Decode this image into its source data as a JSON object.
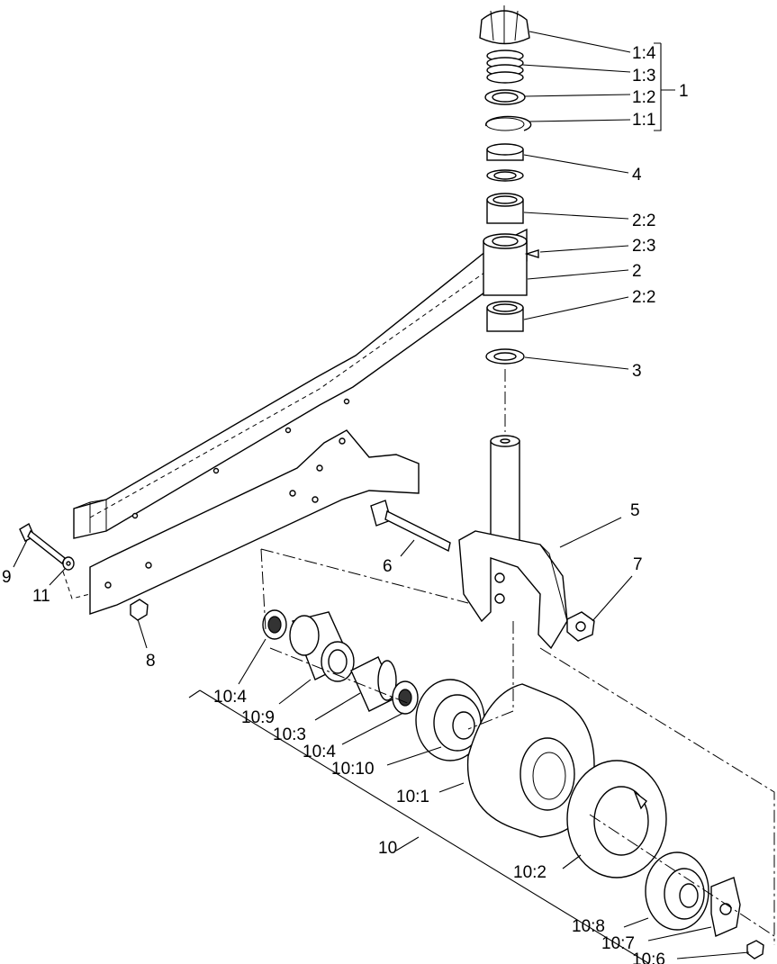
{
  "callouts": {
    "c1_4": "1:4",
    "c1_3": "1:3",
    "c1_2": "1:2",
    "c1_1": "1:1",
    "c1": "1",
    "c4": "4",
    "c2_2a": "2:2",
    "c2_3": "2:3",
    "c2": "2",
    "c2_2b": "2:2",
    "c3": "3",
    "c5": "5",
    "c6": "6",
    "c7": "7",
    "c8": "8",
    "c9": "9",
    "c11": "11",
    "c10_4a": "10:4",
    "c10_9": "10:9",
    "c10_3": "10:3",
    "c10_4b": "10:4",
    "c10_10": "10:10",
    "c10_1": "10:1",
    "c10": "10",
    "c10_2": "10:2",
    "c10_8": "10:8",
    "c10_7": "10:7",
    "c10_6": "10:6"
  }
}
